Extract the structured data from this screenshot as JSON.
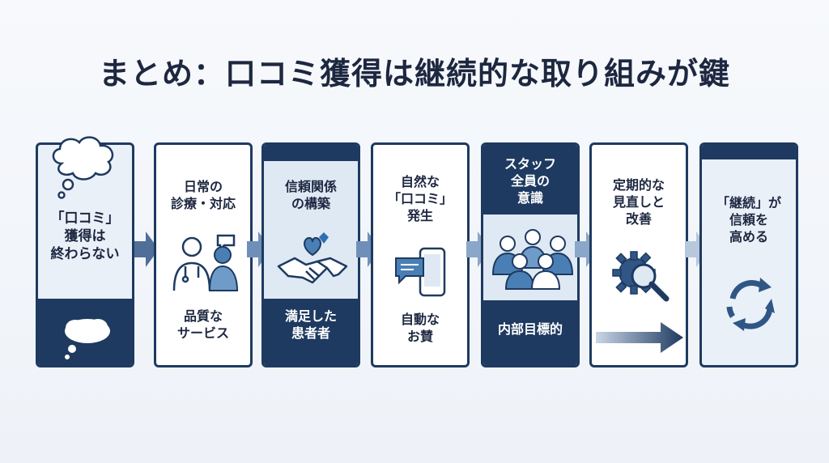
{
  "title": "まとめ：口コミ獲得は継続的な取り組みが鍵",
  "steps": [
    {
      "main": "「口コミ」\n獲得は\n終わらない",
      "sub": ""
    },
    {
      "main": "日常の\n診療・対応",
      "sub": "品質な\nサービス"
    },
    {
      "main": "信頼関係\nの構築",
      "sub": "満足した\n患者者"
    },
    {
      "main": "自然な\n「口コミ」\n発生",
      "sub": "自動な\nお賛"
    },
    {
      "main": "スタッフ\n全員の\n意識",
      "sub": "内部目標的"
    },
    {
      "main": "定期的な\n見直しと\n改善",
      "sub": ""
    },
    {
      "main": "「継続」が\n信頼を\n高める",
      "sub": ""
    }
  ],
  "icons": [
    "thought-bubble-icon",
    "doctor-patient-icon",
    "handshake-heart-icon",
    "chat-phone-icon",
    "staff-team-icon",
    "gear-magnifier-icon",
    "cycle-arrows-icon"
  ],
  "colors": {
    "navy": "#1e3a60",
    "pale": "#e9f0f8",
    "arrow": "#6f8fb8",
    "background": "#f3f6fa"
  }
}
